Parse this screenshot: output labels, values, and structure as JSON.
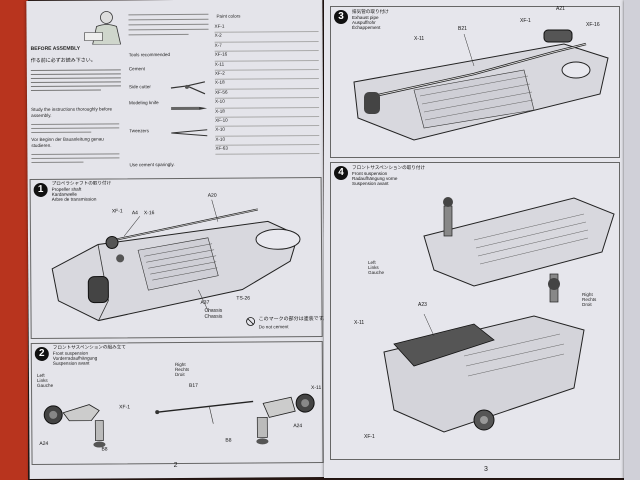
{
  "left_page": {
    "number": "2",
    "warning_label": "BEFORE ASSEMBLY",
    "intro_jp": "作る前に必ずお読み下さい。",
    "intro_en": "Study the instructions thoroughly before assembly.",
    "intro_de": "Vor Beginn der Bauanleitung genau studieren.",
    "tools_label": "Tools recommended",
    "tools": [
      "Cement",
      "Modeling knife",
      "Side cutter",
      "Tweezers"
    ],
    "cement_note": "Use cement sparingly.",
    "paint_header": "Paint colors",
    "paint_codes": [
      "XF-1",
      "X-2",
      "X-7",
      "XF-16",
      "X-11",
      "XF-2",
      "X-18",
      "XF-56",
      "X-10",
      "X-18",
      "XF-10",
      "X-10",
      "X-10",
      "XF-63"
    ],
    "step1": {
      "num": "1",
      "title_jp": "プロペラシャフトの取り付け",
      "title_en": "Propeller shaft",
      "title_de": "Kardanwelle",
      "title_fr": "Arbre de transmission",
      "labels": [
        "A20",
        "A4",
        "X-16",
        "XF-1",
        "A37",
        "TS-26",
        "Chassis",
        "Chassis"
      ],
      "note_jp": "このマークの部分は塗装です。",
      "note_en": "Do not cement"
    },
    "step2": {
      "num": "2",
      "title_jp": "フロントサスペンションの組み立て",
      "title_en": "Front suspension",
      "title_de": "Vorderradaufhängung",
      "title_fr": "Suspension avant",
      "left_en": "Left",
      "left_de": "Links",
      "left_fr": "Gauche",
      "right_en": "Right",
      "right_de": "Rechts",
      "right_fr": "Droit",
      "labels": [
        "A24",
        "B8",
        "B17",
        "B8",
        "A24",
        "X-11",
        "XF-1"
      ]
    }
  },
  "right_page": {
    "number": "3",
    "step3": {
      "num": "3",
      "title_jp": "排気管の取り付け",
      "title_en": "Exhaust pipe",
      "title_de": "Auspuffrohr",
      "title_fr": "Échappement",
      "labels": [
        "A21",
        "B21",
        "XF-1",
        "X-11",
        "XF-16"
      ]
    },
    "step4": {
      "num": "4",
      "title_jp": "フロントサスペンションの取り付け",
      "title_en": "Front suspension",
      "title_de": "Radaufhängung vorne",
      "title_fr": "Suspension avant",
      "left_en": "Left",
      "left_de": "Links",
      "left_fr": "Gauche",
      "right_en": "Right",
      "right_de": "Rechts",
      "right_fr": "Droit",
      "labels": [
        "A23",
        "X-11",
        "XF-1"
      ]
    }
  }
}
